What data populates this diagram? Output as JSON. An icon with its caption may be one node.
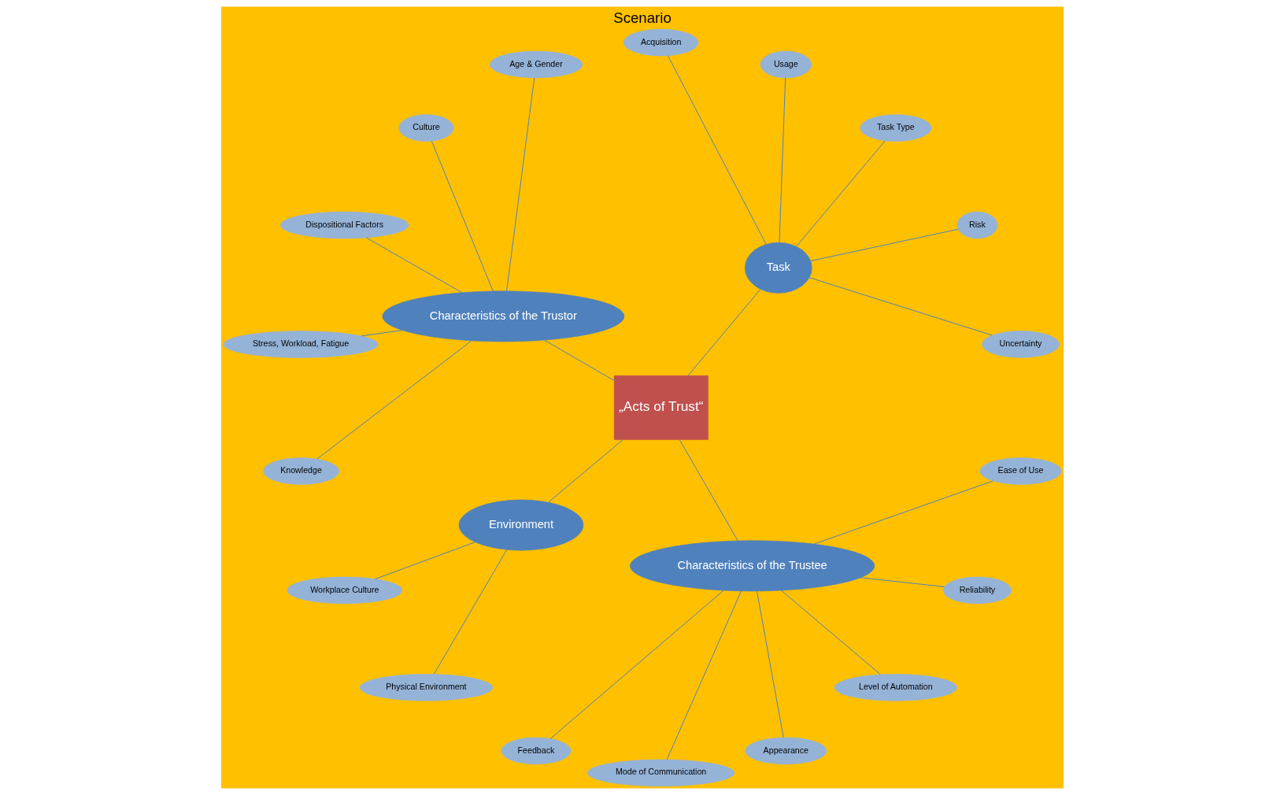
{
  "diagram": {
    "title": "Scenario",
    "nodes": [
      {
        "text": [
          "„Acts of Trust“"
        ]
      },
      {
        "text": [
          "Task"
        ]
      },
      {
        "text": [
          "Uncertainty"
        ]
      },
      {
        "text": [
          "Risk"
        ]
      },
      {
        "text": [
          "Task Type"
        ]
      },
      {
        "text": [
          "Usage"
        ]
      },
      {
        "text": [
          "Acquisition"
        ]
      },
      {
        "text": [
          "Characteristics of the Trustor"
        ]
      },
      {
        "text": [
          "Age & Gender"
        ]
      },
      {
        "text": [
          "Culture"
        ]
      },
      {
        "text": [
          "Dispositional Factors"
        ]
      },
      {
        "text": [
          "Stress, Workload, Fatigue"
        ]
      },
      {
        "text": [
          "Knowledge"
        ]
      },
      {
        "text": [
          "Environment"
        ]
      },
      {
        "text": [
          "Workplace Culture"
        ]
      },
      {
        "text": [
          "Physical Environment"
        ]
      },
      {
        "text": [
          "Characteristics of the Trustee"
        ]
      },
      {
        "text": [
          "Feedback"
        ]
      },
      {
        "text": [
          "Mode of Communication"
        ]
      },
      {
        "text": [
          "Appearance"
        ]
      },
      {
        "text": [
          "Level of Automation"
        ]
      },
      {
        "text": [
          "Reliability"
        ]
      },
      {
        "text": [
          "Ease of Use"
        ]
      }
    ],
    "edges": [
      {
        "from": 0,
        "to": 1,
        "arrow": "none"
      },
      {
        "from": 0,
        "to": 7,
        "arrow": "none"
      },
      {
        "from": 0,
        "to": 13,
        "arrow": "none"
      },
      {
        "from": 0,
        "to": 16,
        "arrow": "none"
      },
      {
        "from": 1,
        "to": 2,
        "arrow": "none"
      },
      {
        "from": 1,
        "to": 3,
        "arrow": "none"
      },
      {
        "from": 1,
        "to": 4,
        "arrow": "none"
      },
      {
        "from": 1,
        "to": 5,
        "arrow": "none"
      },
      {
        "from": 1,
        "to": 6,
        "arrow": "none"
      },
      {
        "from": 7,
        "to": 8,
        "arrow": "none"
      },
      {
        "from": 7,
        "to": 9,
        "arrow": "none"
      },
      {
        "from": 7,
        "to": 10,
        "arrow": "none"
      },
      {
        "from": 7,
        "to": 11,
        "arrow": "none"
      },
      {
        "from": 7,
        "to": 12,
        "arrow": "none"
      },
      {
        "from": 13,
        "to": 14,
        "arrow": "none"
      },
      {
        "from": 13,
        "to": 15,
        "arrow": "none"
      },
      {
        "from": 16,
        "to": 17,
        "arrow": "none"
      },
      {
        "from": 16,
        "to": 18,
        "arrow": "none"
      },
      {
        "from": 16,
        "to": 19,
        "arrow": "none"
      },
      {
        "from": 16,
        "to": 20,
        "arrow": "none"
      },
      {
        "from": 16,
        "to": 21,
        "arrow": "none"
      },
      {
        "from": 16,
        "to": 22,
        "arrow": "none"
      }
    ]
  }
}
